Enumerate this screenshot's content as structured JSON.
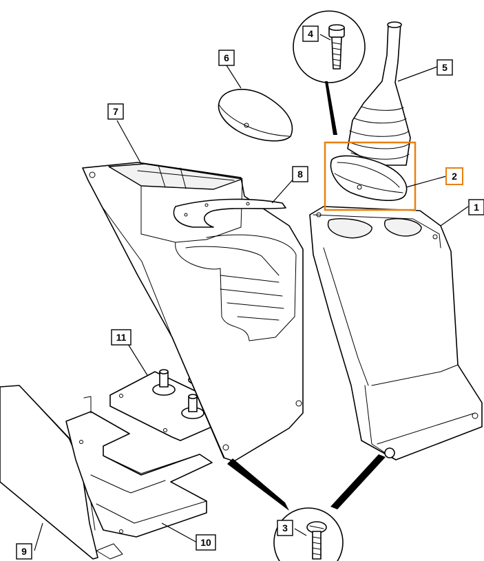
{
  "diagram": {
    "highlight_color": "#e8800c",
    "callouts": [
      {
        "id": "1",
        "text": "1"
      },
      {
        "id": "2",
        "text": "2",
        "highlighted": true
      },
      {
        "id": "3",
        "text": "3"
      },
      {
        "id": "4",
        "text": "4"
      },
      {
        "id": "5",
        "text": "5"
      },
      {
        "id": "6",
        "text": "6"
      },
      {
        "id": "7",
        "text": "7"
      },
      {
        "id": "8",
        "text": "8"
      },
      {
        "id": "9",
        "text": "9"
      },
      {
        "id": "10",
        "text": "10"
      },
      {
        "id": "11",
        "text": "11"
      }
    ]
  }
}
